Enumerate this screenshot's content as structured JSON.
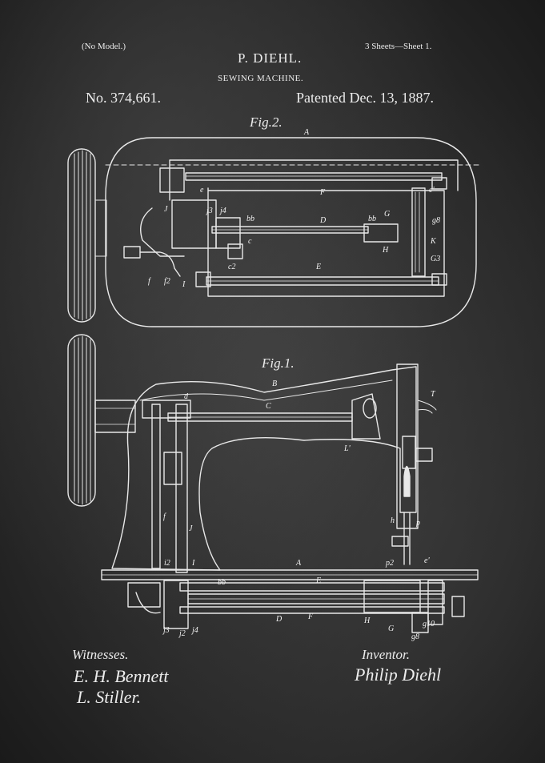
{
  "header": {
    "model_note": "(No Model.)",
    "sheets_note": "3 Sheets—Sheet 1.",
    "inventor_name": "P. DIEHL.",
    "title": "SEWING MACHINE.",
    "patent_number": "No. 374,661.",
    "patented_date": "Patented Dec. 13, 1887."
  },
  "figures": {
    "fig2": {
      "caption": "Fig.2.",
      "labels": [
        "A",
        "e",
        "F",
        "e'",
        "J",
        "j3",
        "j4",
        "bb",
        "D",
        "bb",
        "G",
        "g8",
        "K",
        "c",
        "H",
        "G3",
        "E",
        "c2",
        "I",
        "f",
        "f2"
      ]
    },
    "fig1": {
      "caption": "Fig.1.",
      "labels": [
        "d",
        "B",
        "T",
        "C",
        "L'",
        "f",
        "J",
        "h",
        "p",
        "i2",
        "I",
        "A",
        "bb",
        "p2",
        "e'",
        "E",
        "D",
        "F",
        "H",
        "G",
        "g10",
        "g8",
        "j3",
        "j2",
        "j4"
      ]
    }
  },
  "footer": {
    "witnesses_label": "Witnesses.",
    "witness_signature_1": "E. H. Bennett",
    "witness_signature_2": "L. Stiller.",
    "inventor_label": "Inventor.",
    "inventor_signature": "Philip Diehl"
  },
  "colors": {
    "background": "#2a2a2a",
    "ink": "#ececec"
  }
}
